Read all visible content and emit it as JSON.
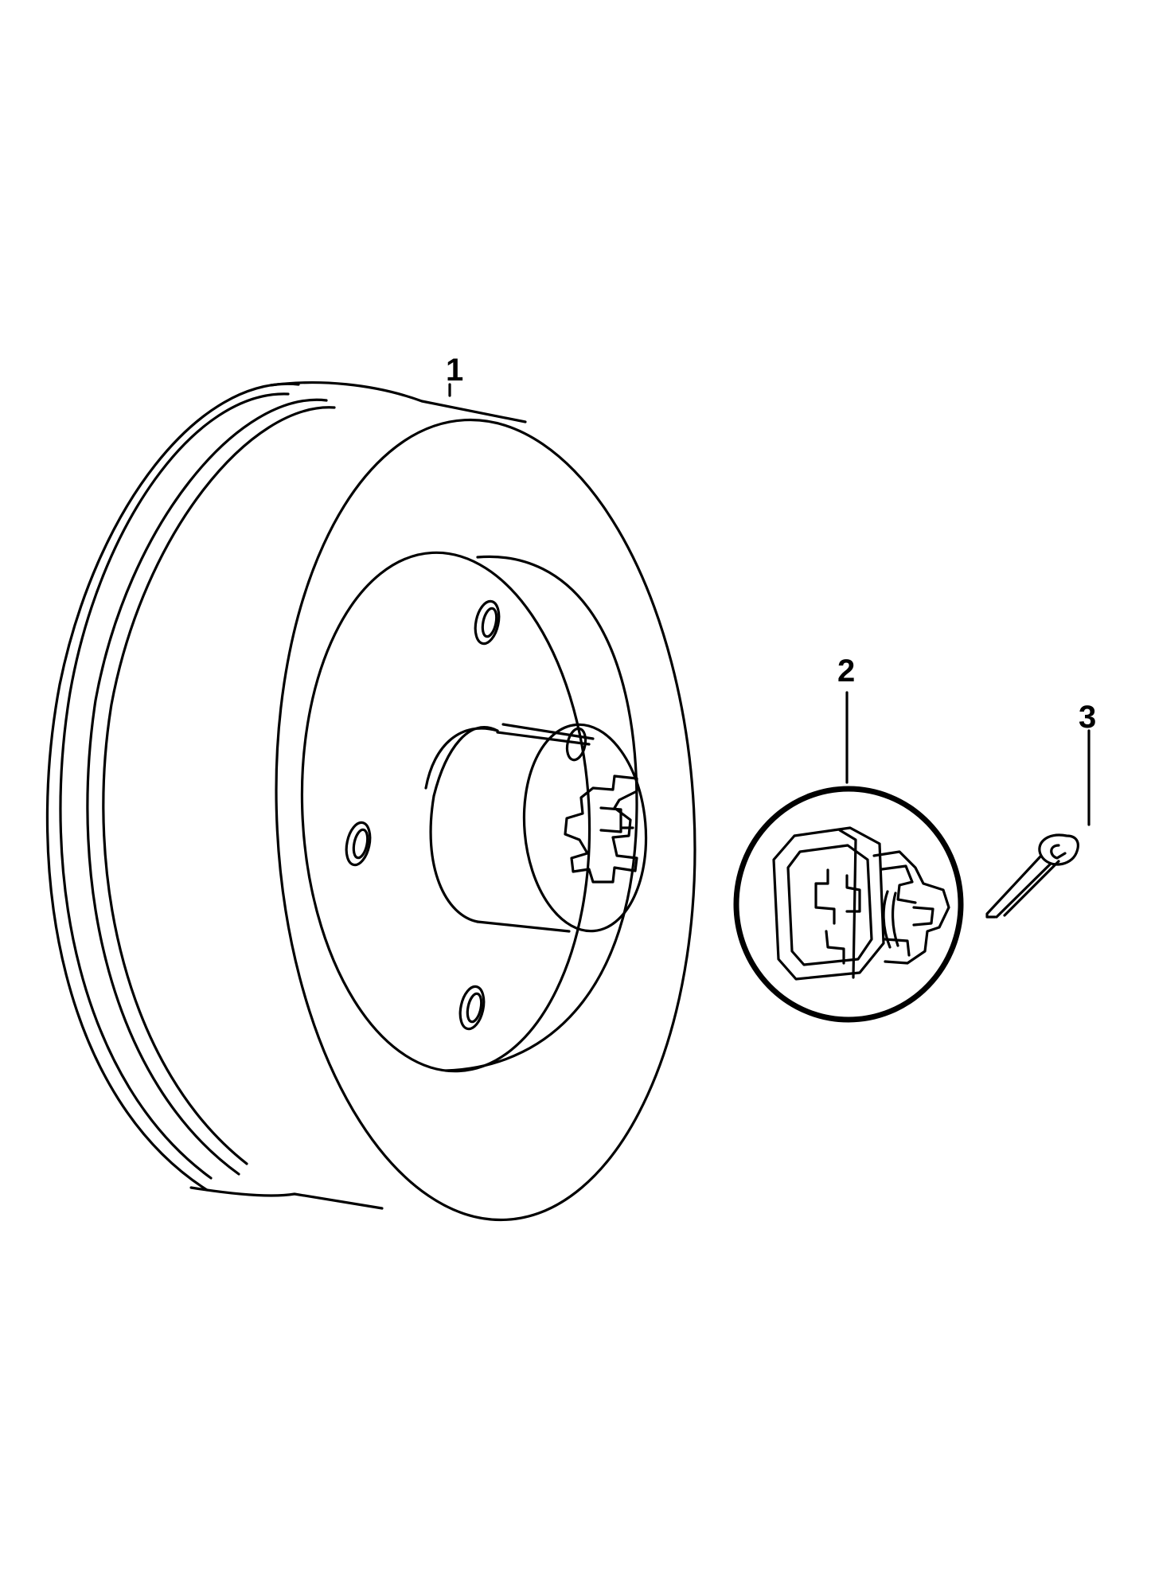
{
  "callouts": {
    "item1": "1",
    "item2": "2",
    "item3": "3"
  },
  "colors": {
    "ink": "#000000",
    "paper": "#ffffff"
  }
}
